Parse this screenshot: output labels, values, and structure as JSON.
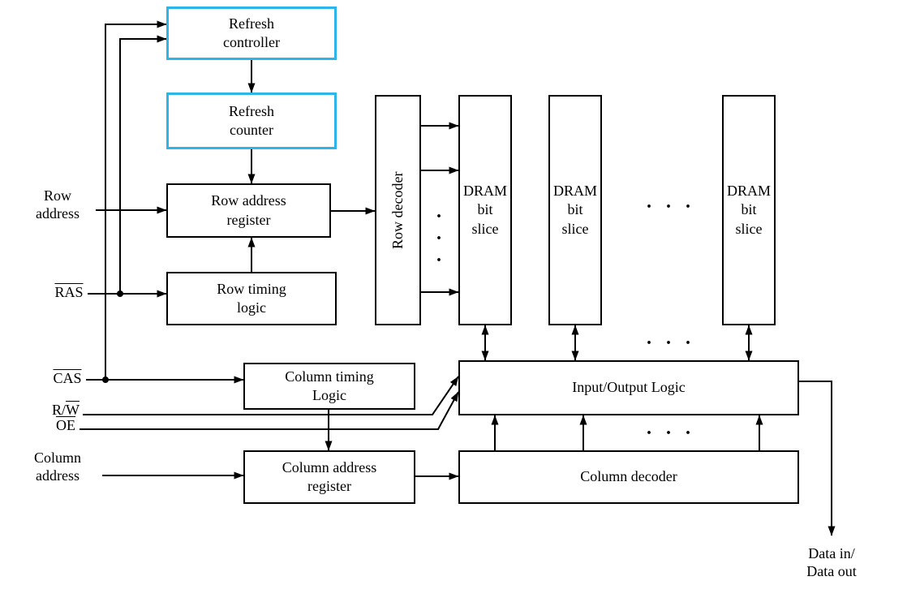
{
  "blocks": {
    "refresh_controller": {
      "label": "Refresh\ncontroller"
    },
    "refresh_counter": {
      "label": "Refresh\ncounter"
    },
    "row_address_register": {
      "label": "Row address\nregister"
    },
    "row_timing_logic": {
      "label": "Row timing\nlogic"
    },
    "row_decoder": {
      "label": "Row decoder"
    },
    "dram_slice_1": {
      "label": "DRAM\nbit\nslice"
    },
    "dram_slice_2": {
      "label": "DRAM\nbit\nslice"
    },
    "dram_slice_3": {
      "label": "DRAM\nbit\nslice"
    },
    "column_timing_logic": {
      "label": "Column timing\nLogic"
    },
    "io_logic": {
      "label": "Input/Output Logic"
    },
    "column_address_register": {
      "label": "Column address\nregister"
    },
    "column_decoder": {
      "label": "Column decoder"
    }
  },
  "signals": {
    "row_address": "Row\naddress",
    "ras": "RAS",
    "cas": "CAS",
    "rw_prefix": "R/",
    "rw_overlined": "W",
    "oe": "OE",
    "column_address": "Column\naddress",
    "data_io": "Data in/\nData out"
  },
  "ellipses": {
    "horizontal": ". . .",
    "vertical": ".\n.\n."
  },
  "colors": {
    "highlight_border": "#2bb5e8",
    "line": "#000000",
    "box_border": "#000000",
    "background": "#ffffff"
  }
}
